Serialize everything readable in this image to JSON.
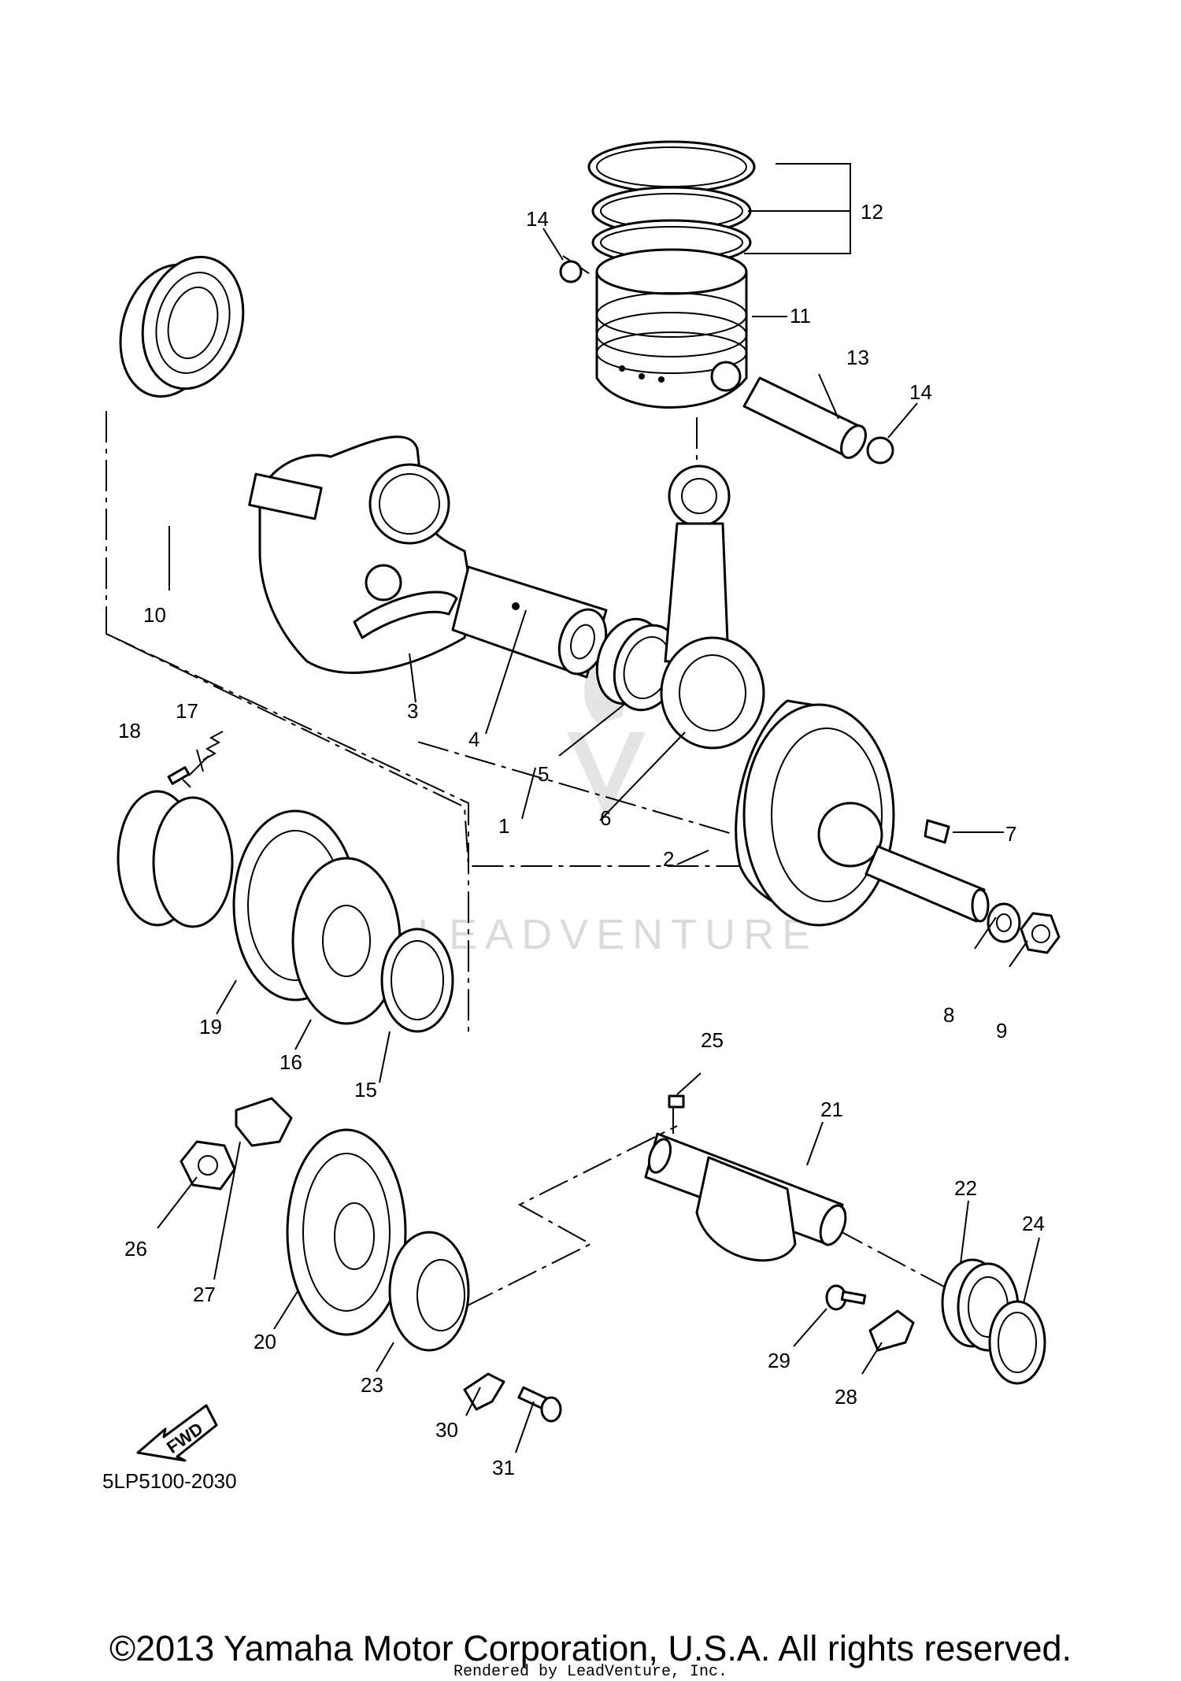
{
  "diagram_code": "5LP5100-2030",
  "copyright": "©2013 Yamaha Motor Corporation, U.S.A. All rights reserved.",
  "rendered_by": "Rendered by LeadVenture, Inc.",
  "watermark": "LEADVENTURE",
  "fwd_label": "FWD",
  "callouts": [
    "1",
    "2",
    "3",
    "4",
    "5",
    "6",
    "7",
    "8",
    "9",
    "10",
    "11",
    "12",
    "13",
    "14",
    "14",
    "15",
    "16",
    "17",
    "18",
    "19",
    "20",
    "21",
    "22",
    "23",
    "24",
    "25",
    "26",
    "27",
    "28",
    "29",
    "30",
    "31"
  ]
}
